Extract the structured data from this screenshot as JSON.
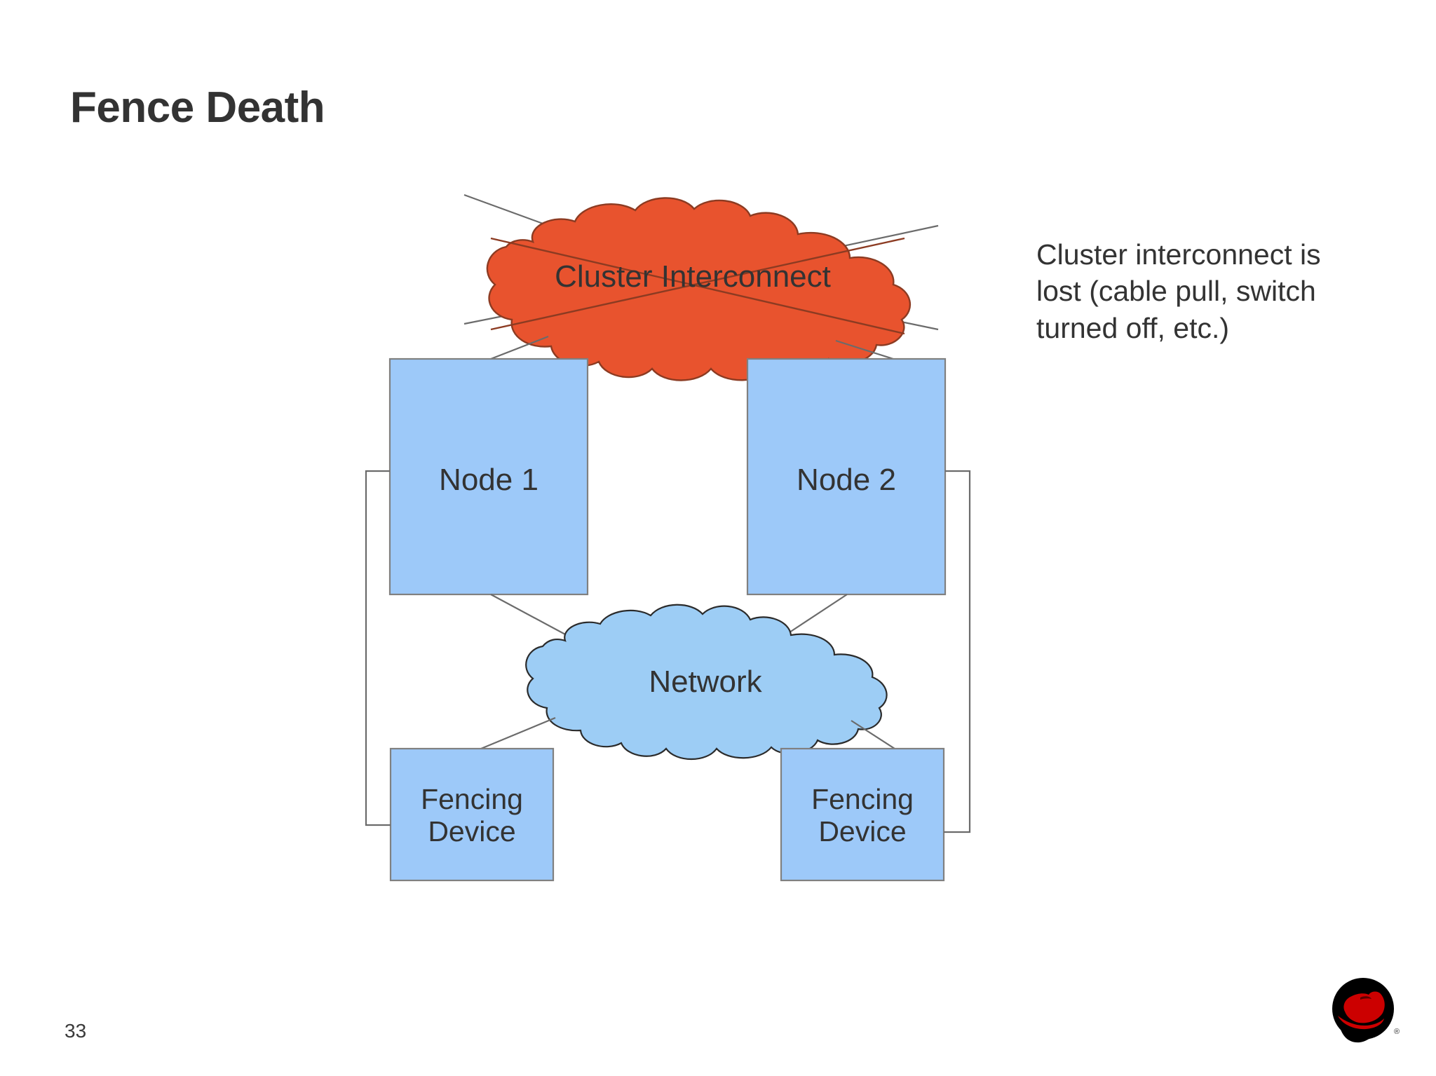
{
  "slide": {
    "title": "Fence Death",
    "page_number": "33",
    "background_color": "#ffffff",
    "text_color": "#333333"
  },
  "diagram": {
    "interconnect_cloud": {
      "label": "Cluster Interconnect",
      "fill_color": "#e8532e",
      "stroke_color": "#8c3b22",
      "state": "broken"
    },
    "network_cloud": {
      "label": "Network",
      "fill_color": "#9dcdf5",
      "stroke_color": "#2b2b2b"
    },
    "nodes": [
      {
        "label": "Node 1",
        "fill_color": "#9dc9f9",
        "stroke_color": "#808080"
      },
      {
        "label": "Node 2",
        "fill_color": "#9dc9f9",
        "stroke_color": "#808080"
      }
    ],
    "fencing_devices": [
      {
        "label": "Fencing\nDevice",
        "fill_color": "#9dc9f9",
        "stroke_color": "#808080"
      },
      {
        "label": "Fencing\nDevice",
        "fill_color": "#9dc9f9",
        "stroke_color": "#808080"
      }
    ],
    "connector_color": "#6b6b6b",
    "broken_link_color": "#8c3b22"
  },
  "annotation": {
    "text": "Cluster interconnect is lost (cable pull, switch turned off, etc.)"
  },
  "branding": {
    "logo_name": "redhat-shadowman-logo",
    "hat_color": "#cc0000",
    "circle_color": "#000000"
  }
}
